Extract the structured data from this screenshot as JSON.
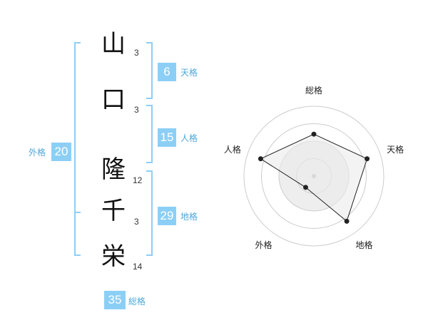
{
  "name_chars": [
    {
      "char": "山",
      "strokes": "3"
    },
    {
      "char": "口",
      "strokes": "3"
    },
    {
      "char": "隆",
      "strokes": "12"
    },
    {
      "char": "千",
      "strokes": "3"
    },
    {
      "char": "栄",
      "strokes": "14"
    }
  ],
  "fortune": {
    "tenkaku": {
      "value": "6",
      "label": "天格"
    },
    "jinkaku": {
      "value": "15",
      "label": "人格"
    },
    "chikaku": {
      "value": "29",
      "label": "地格"
    },
    "gaikaku": {
      "value": "20",
      "label": "外格"
    },
    "soukaku": {
      "value": "35",
      "label": "総格"
    }
  },
  "colors": {
    "bracket": "#8ccff6",
    "badge": "#8ccff6",
    "badge_label": "#4aa8de",
    "radar_fill": "#eeeeee",
    "radar_line": "#222222"
  },
  "chart_data": {
    "type": "radar",
    "axes": [
      "総格",
      "天格",
      "地格",
      "外格",
      "人格"
    ],
    "rings": 4,
    "max": 4,
    "values": [
      3,
      4,
      4,
      1,
      4
    ]
  }
}
